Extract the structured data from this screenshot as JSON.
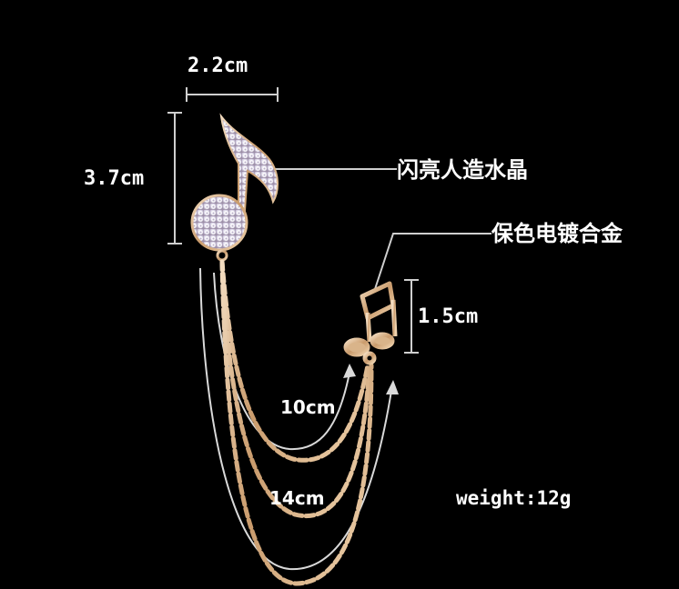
{
  "dimensions": {
    "width_label": "2.2cm",
    "height_label": "3.7cm",
    "small_note_label": "1.5cm",
    "chain_short_label": "10cm",
    "chain_long_label": "14cm"
  },
  "features": {
    "crystal": "闪亮人造水晶",
    "plating": "保色电镀合金"
  },
  "weight_label": "weight:12g",
  "colors": {
    "background": "#000000",
    "text": "#ffffff",
    "gold": "#d9b48a",
    "crystal": "#e8e4f0",
    "guide_line": "#cfcfcf"
  }
}
